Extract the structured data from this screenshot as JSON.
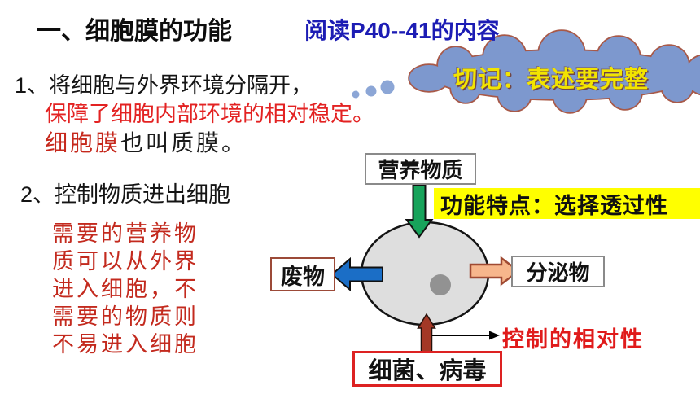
{
  "slide": {
    "title": "一、细胞膜的功能",
    "reading_note": "阅读P40--41的内容",
    "point1": {
      "line1": "1、将细胞与外界环境分隔开，",
      "line2": "保障了细胞内部环境的相对稳定。",
      "line3_red": "细胞膜",
      "line3_black": "也叫质膜。"
    },
    "cloud": {
      "text": "切记：表述要完整"
    },
    "point2": {
      "heading": "2、控制物质进出细胞",
      "note_lines": [
        "需要的营养物",
        "质可以从外界",
        "进入细胞，不",
        "需要的物质则",
        "不易进入细胞"
      ]
    },
    "diagram": {
      "top_box": "营养物质",
      "left_box": "废物",
      "right_box": "分泌物",
      "bottom_box": "细菌、病毒",
      "feature_label": "功能特点：选择透过性",
      "relative_note": "控制的相对性"
    },
    "colors": {
      "reading_note_blue": "#1c1cb4",
      "emphasis_red": "#e32222",
      "kaiti_red": "#c32a1e",
      "cloud_fill": "#7d98ce",
      "cloud_outline": "#a85948",
      "cloud_text_yellow": "#f2e400",
      "feature_bg_yellow": "#ffff00",
      "cell_fill": "#dedede",
      "nucleus_gray": "#929292",
      "arrow_green": "#17a35b",
      "arrow_blue": "#1b6ec6",
      "arrow_peach": "#f7b68c",
      "arrow_peach_outline": "#a04a32",
      "arrow_darkred": "#a33826",
      "bottom_box_border": "#dd2222",
      "left_box_border": "#9c4a38"
    }
  }
}
